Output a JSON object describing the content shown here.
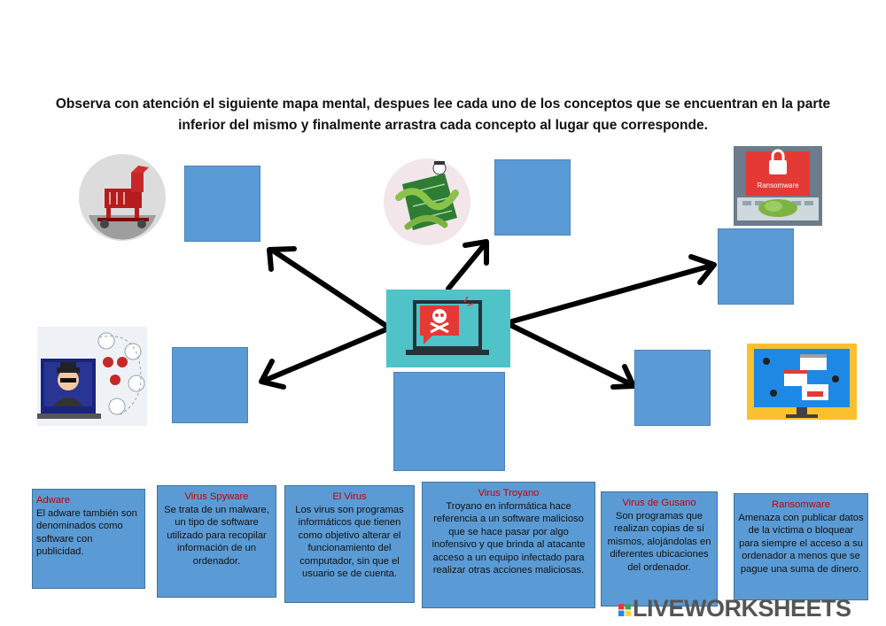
{
  "instructions": "Observa con atención el siguiente mapa mental, despues lee cada uno de los conceptos que se encuentran en la parte inferior del mismo y finalmente arrastra cada concepto al lugar que corresponde.",
  "icons": {
    "trojan": "trojan-horse-icon",
    "worm": "worm-circuit-icon",
    "ransomware": "ransomware-laptop-icon",
    "ransomware_text": "Ransomware",
    "spyware": "spy-hacker-icon",
    "adware": "adware-popups-monitor-icon",
    "center": "malware-skull-laptop-icon"
  },
  "cards": [
    {
      "title": "Adware",
      "body": "El adware también son denominados como software con publicidad."
    },
    {
      "title": "Virus Spyware",
      "body": "Se trata de un malware, un tipo de software utilizado para recopilar información de un ordenador."
    },
    {
      "title": "El Virus",
      "body": "Los virus son programas informáticos que tienen como objetivo alterar el funcionamiento del computador, sin que el usuario se de cuenta."
    },
    {
      "title": "Virus Troyano",
      "body": "Troyano en informática hace referencia a un software malicioso que se hace pasar por algo inofensivo y que brinda al atacante acceso a un equipo infectado para realizar otras acciones maliciosas."
    },
    {
      "title": "Virus de Gusano",
      "body": "Son programas que realizan copias de sí mismos, alojándolas en diferentes ubicaciones del ordenador."
    },
    {
      "title": "Ransomware",
      "body": "Amenaza con publicar datos de la víctima o bloquear para siempre el acceso a su ordenador a menos que se pague una suma de dinero."
    }
  ],
  "brand": "LIVEWORKSHEETS",
  "colors": {
    "box": "#5b9bd5",
    "title_red": "#c00000",
    "arrow": "#000000"
  }
}
